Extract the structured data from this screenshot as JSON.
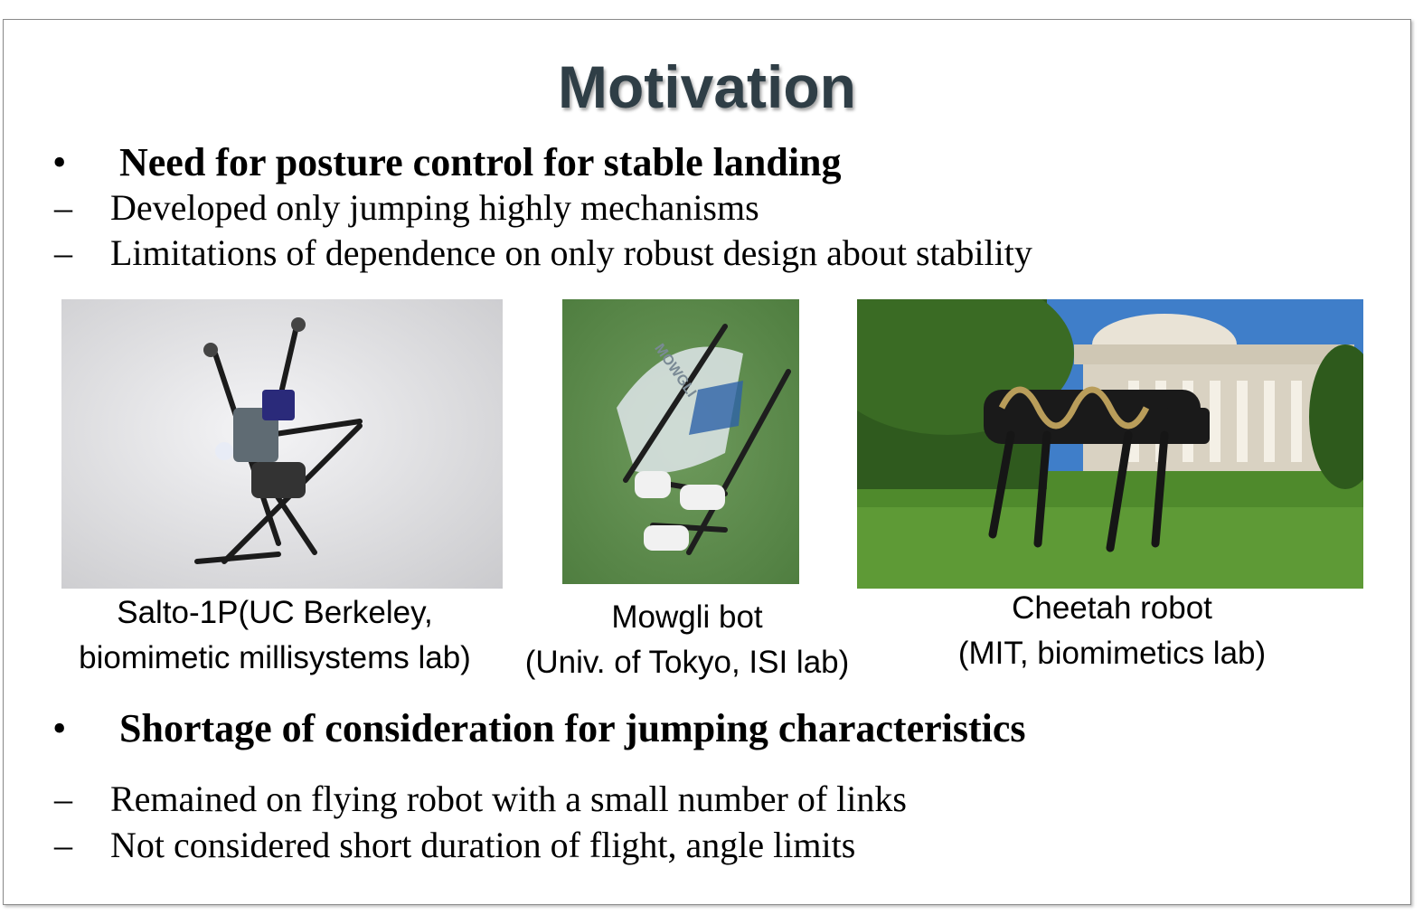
{
  "title": "Motivation",
  "section1": {
    "bullet": "•",
    "heading": "Need for posture control for stable landing",
    "items": [
      "Developed only jumping highly mechanisms",
      "Limitations of dependence on only robust design about stability"
    ],
    "dash": "–"
  },
  "figures": [
    {
      "caption_line1": "Salto-1P(UC Berkeley,",
      "caption_line2": "biomimetic millisystems lab)",
      "image": "salto-robot-photo"
    },
    {
      "caption_line1": "Mowgli bot",
      "caption_line2": "(Univ. of Tokyo, ISI lab)",
      "image": "mowgli-robot-photo",
      "label_on_robot": "MOWGLI"
    },
    {
      "caption_line1": "Cheetah robot",
      "caption_line2": "(MIT, biomimetics lab)",
      "image": "cheetah-robot-photo"
    }
  ],
  "section2": {
    "bullet": "•",
    "heading": "Shortage of consideration for jumping characteristics",
    "items": [
      "Remained on flying robot with a small number of links",
      "Not considered short duration of flight, angle limits"
    ],
    "dash": "–"
  }
}
